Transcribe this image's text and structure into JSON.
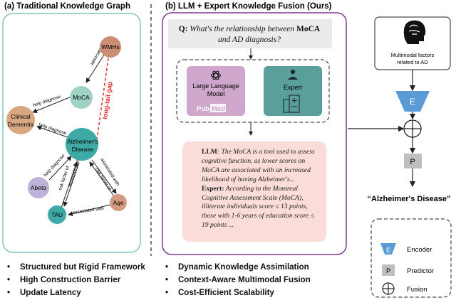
{
  "panel_a": {
    "title": "(a) Traditional Knowledge Graph",
    "nodes": {
      "wmhs": "WMHs",
      "moca": "MoCA",
      "clinical": [
        "Clinical",
        "Dementia"
      ],
      "alzheimers": [
        "Alzheimer's",
        "Disease"
      ],
      "abeta": "Abeta",
      "tau": "TAU",
      "age": "Age"
    },
    "edges": {
      "wmhs_moca": "associated with",
      "moca_clinical": "help diagnose",
      "ad_clinical": "help diagnose",
      "abeta_ad": "help diagnose",
      "tau_ad_1": "risk factor of",
      "tau_ad_2": "associated with",
      "ad_age": "risk factor of",
      "ad_age_2": "associated with",
      "tau_age": "associated with"
    },
    "gap_label": "long-tail gap",
    "bullets": [
      "Structured but Rigid Framework",
      "High Construction Barrier",
      "Update Latency"
    ]
  },
  "panel_b": {
    "title": "(b) LLM + Expert Knowledge Fusion (Ours)",
    "question_prefix": "Q:",
    "question_text_1": "What's the relationship between",
    "question_bold": "MoCA",
    "question_text_2": "and AD diagnosis?",
    "llm_box_label": [
      "Large Language",
      "Model"
    ],
    "pubmed_label": [
      "Pub",
      "Med"
    ],
    "expert_label": "Expert",
    "llm_answer_label": "LLM",
    "llm_answer": ": The MoCA is a tool used to assess cognitive function, as lower scores on MoCA are associated with an increased likelihood of having Alzheimer's...",
    "expert_answer_label": "Expert:",
    "expert_answer": " According to the Montreal Cognitive Assessment Scale (MoCA), illiterate individuals score ≤ 13 points, those with 1-6 years of education score ≤ 19 points ...",
    "bullets": [
      "Dynamic Knowledge Assimilation",
      "Context-Aware Multimodal Fusion",
      "Cost-Efficient Scalability"
    ]
  },
  "panel_c": {
    "multimodal_label": [
      "Multimodal factors",
      "related to AD"
    ],
    "encoder_letter": "E",
    "predictor_letter": "P",
    "output_label": "“Alzheimer's Disease”",
    "legend": {
      "encoder": "Encoder",
      "predictor": "Predictor",
      "fusion": "Fusion"
    }
  },
  "colors": {
    "panel_a_border": "#7fc6c2",
    "panel_b_border": "#7b3a8c",
    "wmhs": "#c98e73",
    "moca": "#9fd1c4",
    "clinical": "#d9a782",
    "alzheimers": "#3fa9a6",
    "abeta": "#bdb2d8",
    "tau": "#3fa9a6",
    "age": "#d49a80",
    "gap": "#e0282a",
    "llm_box": "#cfa7cd",
    "expert_box": "#5b9f9c",
    "answer_box": "#fadcd8",
    "encoder": "#5b9bd5",
    "predictor": "#bfbfbf"
  }
}
